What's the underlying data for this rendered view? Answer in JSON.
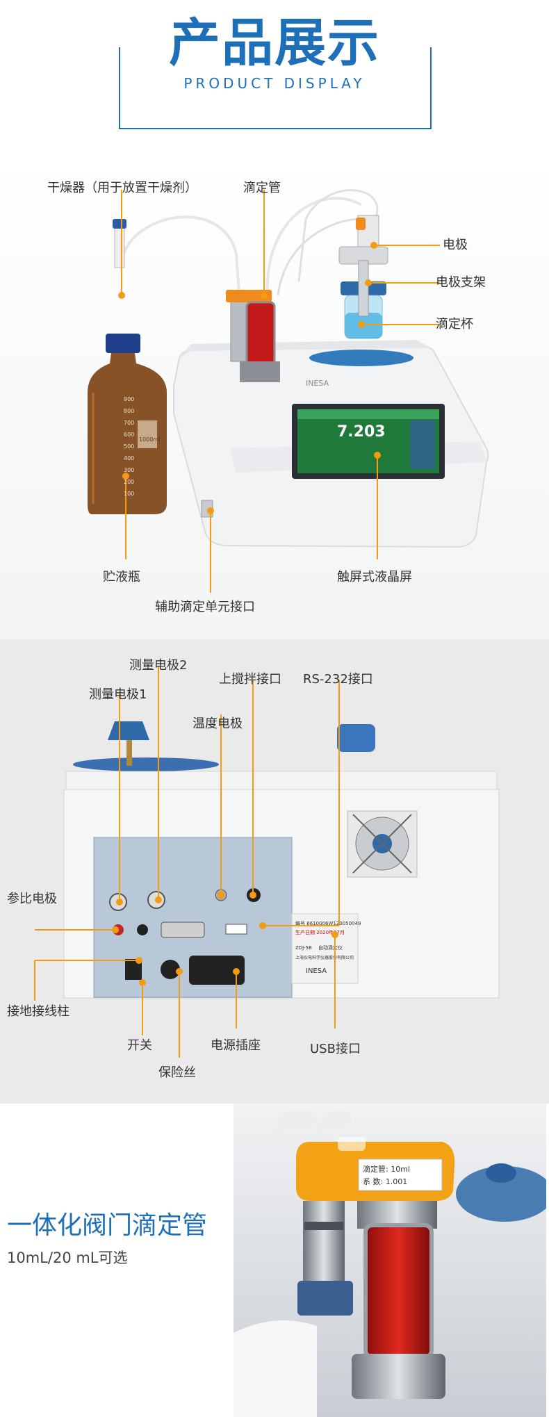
{
  "header": {
    "title": "产品展示",
    "subtitle": "PRODUCT DISPLAY"
  },
  "section1": {
    "labels": {
      "desiccator": "干燥器（用于放置干燥剂）",
      "burette": "滴定管",
      "electrode": "电极",
      "electrode_holder": "电极支架",
      "titration_cup": "滴定杯",
      "reagent_bottle": "贮液瓶",
      "touchscreen": "触屏式液晶屏",
      "aux_port": "辅助滴定单元接口"
    },
    "device": {
      "brand": "INESA",
      "screen_reading": "7.203"
    },
    "bottle_marks": [
      "900",
      "800",
      "700",
      "600",
      "500",
      "400",
      "300",
      "200",
      "100"
    ],
    "bottle_volume": "1000ml"
  },
  "section2": {
    "labels": {
      "measure_electrode_2": "测量电极2",
      "measure_electrode_1": "测量电极1",
      "stirrer_port": "上搅拌接口",
      "rs232_port": "RS-232接口",
      "temp_electrode": "温度电极",
      "ref_electrode": "参比电极",
      "ground_post": "接地接线柱",
      "switch": "开关",
      "power_socket": "电源插座",
      "usb_port": "USB接口",
      "fuse": "保险丝"
    },
    "panel": {
      "serial": "编号 6610006W120050049",
      "date": "生产日期 2020年07月",
      "model": "ZDJ-5B",
      "model_name": "自动滴定仪",
      "maker": "上海仪电科学仪器股份有限公司",
      "brand": "INESA"
    }
  },
  "section3": {
    "title": "一体化阀门滴定管",
    "subtitle": "10mL/20 mL可选",
    "burette_label_1": "滴定管: 10ml",
    "burette_label_2": "系   数: 1.001"
  },
  "colors": {
    "brand_blue": "#1d6fb8",
    "callout_orange": "#f39c12"
  }
}
